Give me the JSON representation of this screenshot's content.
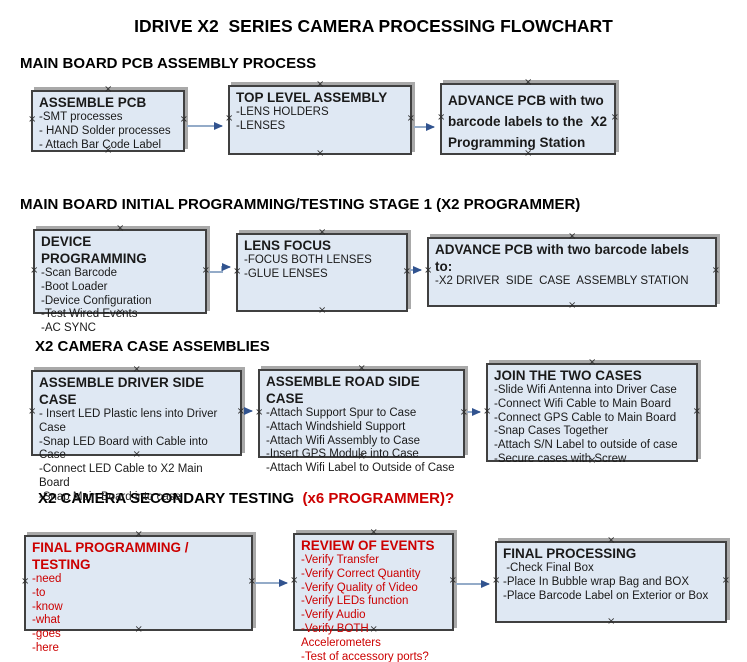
{
  "title": "IDRIVE X2  SERIES CAMERA PROCESSING FLOWCHART",
  "sections": [
    {
      "heading": "MAIN BOARD PCB ASSEMBLY PROCESS"
    },
    {
      "heading": "MAIN BOARD INITIAL PROGRAMMING/TESTING STAGE 1 (X2 PROGRAMMER)"
    },
    {
      "heading": "X2 CAMERA CASE ASSEMBLIES"
    },
    {
      "heading_black": "X2 CAMERA SECONDARY TESTING  ",
      "heading_red": "(x6 PROGRAMMER)?"
    }
  ],
  "boxes": [
    {
      "title": "ASSEMBLE PCB",
      "lines": [
        "-SMT processes",
        "- HAND Solder processes",
        "- Attach Bar Code Label"
      ]
    },
    {
      "title": "TOP LEVEL ASSEMBLY",
      "lines": [
        "-LENS HOLDERS",
        "-LENSES"
      ]
    },
    {
      "title": "ADVANCE PCB with two barcode labels to the  X2 Programming Station",
      "lines": []
    },
    {
      "title": "DEVICE PROGRAMMING",
      "lines": [
        "-Scan Barcode",
        "-Boot Loader",
        "-Device Configuration",
        "-Test Wired Events",
        "-AC SYNC"
      ]
    },
    {
      "title": "LENS FOCUS",
      "lines": [
        "-FOCUS BOTH LENSES",
        "-GLUE LENSES"
      ]
    },
    {
      "title": "ADVANCE PCB with two barcode labels to:",
      "lines": [
        "-X2 DRIVER  SIDE  CASE  ASSEMBLY STATION"
      ]
    },
    {
      "title": "ASSEMBLE DRIVER SIDE CASE",
      "lines": [
        "- Insert LED Plastic lens into Driver Case",
        "-Snap LED Board with Cable into Case",
        "-Connect LED Cable to X2 Main Board",
        "-Snap Main Board into case"
      ]
    },
    {
      "title": "ASSEMBLE ROAD SIDE CASE",
      "lines": [
        "-Attach Support Spur to Case",
        "-Attach Windshield Support",
        "-Attach Wifi Assembly to Case",
        "-Insert GPS Module into Case",
        "-Attach Wifi Label to Outside of Case"
      ]
    },
    {
      "title": "JOIN THE TWO CASES",
      "lines": [
        "-Slide Wifi Antenna into Driver Case",
        "-Connect Wifi Cable to Main Board",
        "-Connect GPS Cable to Main Board",
        "-Snap Cases Together",
        "-Attach S/N Label to outside of case",
        "-Secure cases with Screw"
      ]
    },
    {
      "title": "FINAL PROGRAMMING / TESTING",
      "lines": [
        "-need",
        "-to",
        "-know",
        "-what",
        "-goes",
        "-here"
      ]
    },
    {
      "title": "REVIEW OF EVENTS",
      "lines": [
        "-Verify Transfer",
        "-Verify Correct Quantity",
        "-Verify Quality of Video",
        "-Verify LEDs function",
        "-Verify Audio",
        "-Verify BOTH Accelerometers",
        "-Test of accessory ports?"
      ]
    },
    {
      "title": "FINAL PROCESSING",
      "lines": [
        " -Check Final Box",
        "-Place In Bubble wrap Bag and BOX",
        "-Place Barcode Label on Exterior or Box"
      ]
    }
  ],
  "colors": {
    "box_fill": "#dfe8f3",
    "box_border": "#404040",
    "connector_line": "#94abc8",
    "connector_arrowhead": "#31538f",
    "red_text": "#cc0000"
  }
}
